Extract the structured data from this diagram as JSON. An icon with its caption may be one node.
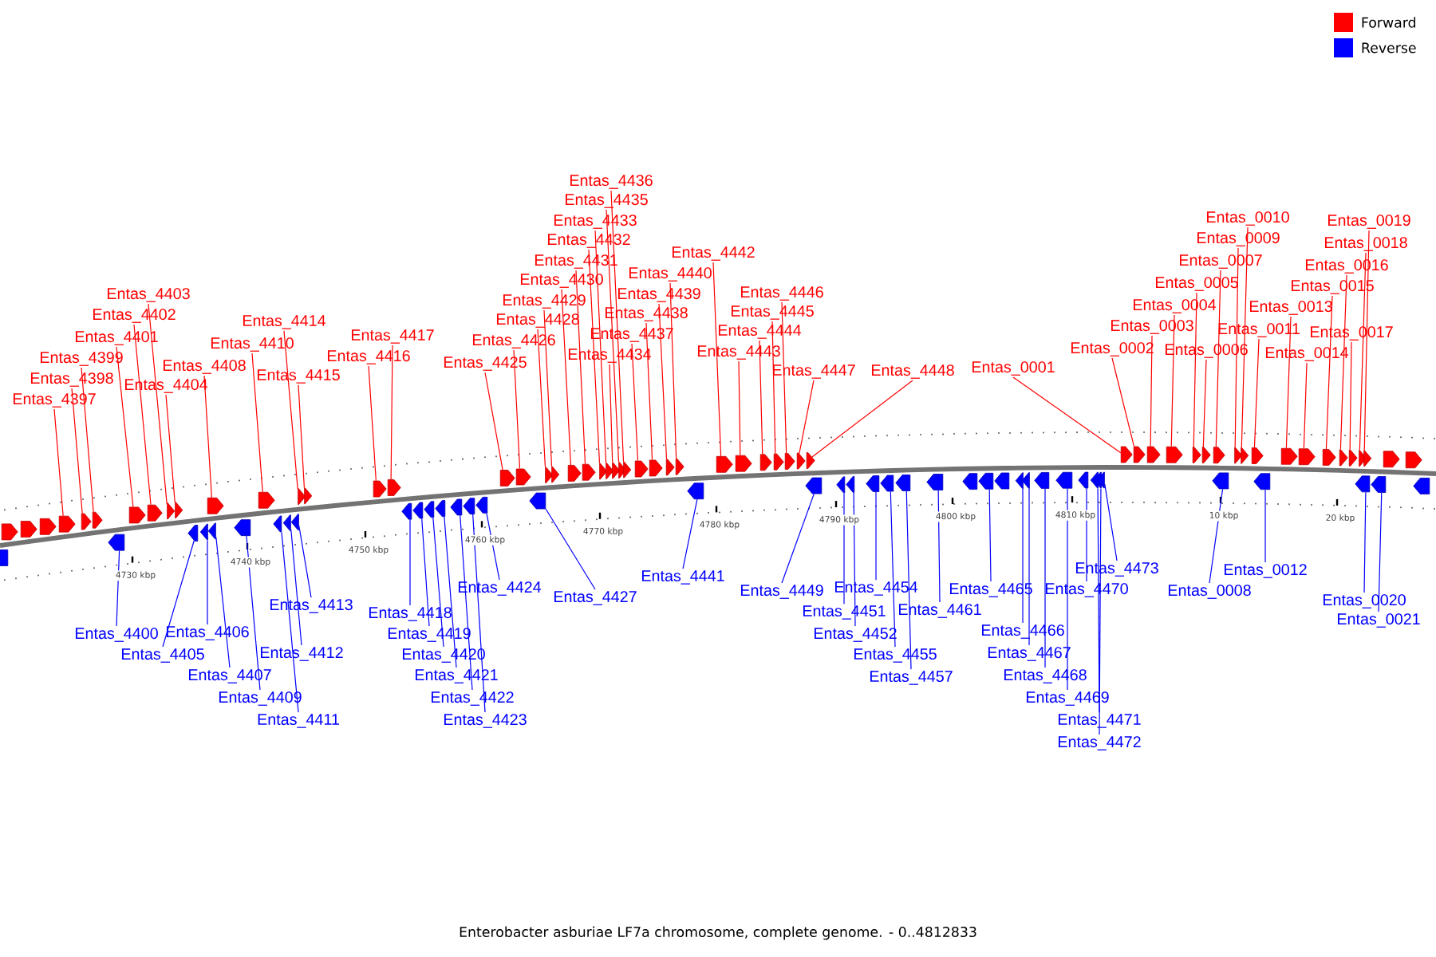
{
  "diagram": {
    "caption": "Enterobacter asburiae LF7a chromosome, complete genome. - 0..4812833",
    "nodes": [
      {
        "text": [
          "Entas_4397"
        ]
      },
      {
        "text": [
          "Entas_4398"
        ]
      },
      {
        "text": [
          "Entas_4399"
        ]
      },
      {
        "text": [
          "Entas_4401"
        ]
      },
      {
        "text": [
          "Entas_4402"
        ]
      },
      {
        "text": [
          "Entas_4403"
        ]
      },
      {
        "text": [
          "Entas_4404"
        ]
      },
      {
        "text": [
          "Entas_4408"
        ]
      },
      {
        "text": [
          "Entas_4410"
        ]
      },
      {
        "text": [
          "Entas_4414"
        ]
      },
      {
        "text": [
          "Entas_4415"
        ]
      },
      {
        "text": [
          "Entas_4416"
        ]
      },
      {
        "text": [
          "Entas_4417"
        ]
      },
      {
        "text": [
          "Entas_4425"
        ]
      },
      {
        "text": [
          "Entas_4426"
        ]
      },
      {
        "text": [
          "Entas_4428"
        ]
      },
      {
        "text": [
          "Entas_4429"
        ]
      },
      {
        "text": [
          "Entas_4430"
        ]
      },
      {
        "text": [
          "Entas_4431"
        ]
      },
      {
        "text": [
          "Entas_4432"
        ]
      },
      {
        "text": [
          "Entas_4433"
        ]
      },
      {
        "text": [
          "Entas_4434"
        ]
      },
      {
        "text": [
          "Entas_4435"
        ]
      },
      {
        "text": [
          "Entas_4436"
        ]
      },
      {
        "text": [
          "Entas_4437"
        ]
      },
      {
        "text": [
          "Entas_4438"
        ]
      },
      {
        "text": [
          "Entas_4439"
        ]
      },
      {
        "text": [
          "Entas_4440"
        ]
      },
      {
        "text": [
          "Entas_4442"
        ]
      },
      {
        "text": [
          "Entas_4443"
        ]
      },
      {
        "text": [
          "Entas_4444"
        ]
      },
      {
        "text": [
          "Entas_4445"
        ]
      },
      {
        "text": [
          "Entas_4446"
        ]
      },
      {
        "text": [
          "Entas_4447"
        ]
      },
      {
        "text": [
          "Entas_4448"
        ]
      },
      {
        "text": [
          "Entas_0001"
        ]
      },
      {
        "text": [
          "Entas_0002"
        ]
      },
      {
        "text": [
          "Entas_0003"
        ]
      },
      {
        "text": [
          "Entas_0004"
        ]
      },
      {
        "text": [
          "Entas_0005"
        ]
      },
      {
        "text": [
          "Entas_0006"
        ]
      },
      {
        "text": [
          "Entas_0007"
        ]
      },
      {
        "text": [
          "Entas_0009"
        ]
      },
      {
        "text": [
          "Entas_0010"
        ]
      },
      {
        "text": [
          "Entas_0011"
        ]
      },
      {
        "text": [
          "Entas_0013"
        ]
      },
      {
        "text": [
          "Entas_0014"
        ]
      },
      {
        "text": [
          "Entas_0015"
        ]
      },
      {
        "text": [
          "Entas_0016"
        ]
      },
      {
        "text": [
          "Entas_0017"
        ]
      },
      {
        "text": [
          "Entas_0018"
        ]
      },
      {
        "text": [
          "Entas_0019"
        ]
      },
      {
        "text": [
          "Entas_4400"
        ]
      },
      {
        "text": [
          "Entas_4405"
        ]
      },
      {
        "text": [
          "Entas_4406"
        ]
      },
      {
        "text": [
          "Entas_4407"
        ]
      },
      {
        "text": [
          "Entas_4409"
        ]
      },
      {
        "text": [
          "Entas_4411"
        ]
      },
      {
        "text": [
          "Entas_4412"
        ]
      },
      {
        "text": [
          "Entas_4413"
        ]
      },
      {
        "text": [
          "Entas_4418"
        ]
      },
      {
        "text": [
          "Entas_4419"
        ]
      },
      {
        "text": [
          "Entas_4420"
        ]
      },
      {
        "text": [
          "Entas_4421"
        ]
      },
      {
        "text": [
          "Entas_4422"
        ]
      },
      {
        "text": [
          "Entas_4423"
        ]
      },
      {
        "text": [
          "Entas_4424"
        ]
      },
      {
        "text": [
          "Entas_4427"
        ]
      },
      {
        "text": [
          "Entas_4441"
        ]
      },
      {
        "text": [
          "Entas_4449"
        ]
      },
      {
        "text": [
          "Entas_4451"
        ]
      },
      {
        "text": [
          "Entas_4452"
        ]
      },
      {
        "text": [
          "Entas_4454"
        ]
      },
      {
        "text": [
          "Entas_4455"
        ]
      },
      {
        "text": [
          "Entas_4457"
        ]
      },
      {
        "text": [
          "Entas_4461"
        ]
      },
      {
        "text": [
          "Entas_4465"
        ]
      },
      {
        "text": [
          "Entas_4466"
        ]
      },
      {
        "text": [
          "Entas_4467"
        ]
      },
      {
        "text": [
          "Entas_4468"
        ]
      },
      {
        "text": [
          "Entas_4469"
        ]
      },
      {
        "text": [
          "Entas_4470"
        ]
      },
      {
        "text": [
          "Entas_4471"
        ]
      },
      {
        "text": [
          "Entas_4472"
        ]
      },
      {
        "text": [
          "Entas_4473"
        ]
      },
      {
        "text": [
          "Entas_0008"
        ]
      },
      {
        "text": [
          "Entas_0012"
        ]
      },
      {
        "text": [
          "Entas_0020"
        ]
      },
      {
        "text": [
          "Entas_0021"
        ]
      },
      {
        "text": [],
        "shape": "arrow"
      },
      {
        "text": [],
        "shape": "arrow"
      },
      {
        "text": [],
        "shape": "arrow"
      },
      {
        "text": [],
        "shape": "arrow"
      },
      {
        "text": [],
        "shape": "arrow"
      },
      {
        "text": [],
        "shape": "arrow"
      },
      {
        "text": [],
        "shape": "arrow"
      },
      {
        "text": [],
        "shape": "arrow"
      },
      {
        "text": [],
        "shape": "arrow"
      },
      {
        "text": [],
        "shape": "arrow"
      },
      {
        "text": [],
        "shape": "arrow"
      },
      {
        "text": [],
        "shape": "arrow"
      },
      {
        "text": [],
        "shape": "arrow"
      },
      {
        "text": [],
        "shape": "arrow"
      },
      {
        "text": [],
        "shape": "arrow"
      },
      {
        "text": [],
        "shape": "arrow"
      },
      {
        "text": [],
        "shape": "arrow"
      },
      {
        "text": [],
        "shape": "arrow"
      },
      {
        "text": [],
        "shape": "arrow"
      },
      {
        "text": [],
        "shape": "arrow"
      },
      {
        "text": [],
        "shape": "arrow"
      },
      {
        "text": [],
        "shape": "arrow"
      },
      {
        "text": [],
        "shape": "arrow"
      },
      {
        "text": [],
        "shape": "arrow"
      },
      {
        "text": [],
        "shape": "arrow"
      },
      {
        "text": [],
        "shape": "arrow"
      },
      {
        "text": [],
        "shape": "arrow"
      },
      {
        "text": [],
        "shape": "arrow"
      },
      {
        "text": [],
        "shape": "arrow"
      },
      {
        "text": [],
        "shape": "arrow"
      },
      {
        "text": [],
        "shape": "arrow"
      },
      {
        "text": [],
        "shape": "arrow"
      },
      {
        "text": [],
        "shape": "arrow"
      },
      {
        "text": [],
        "shape": "arrow"
      },
      {
        "text": [],
        "shape": "arrow"
      },
      {
        "text": [],
        "shape": "arrow"
      },
      {
        "text": [],
        "shape": "arrow"
      },
      {
        "text": [],
        "shape": "arrow"
      },
      {
        "text": [],
        "shape": "arrow"
      },
      {
        "text": [],
        "shape": "arrow"
      },
      {
        "text": [],
        "shape": "arrow"
      },
      {
        "text": [],
        "shape": "arrow"
      },
      {
        "text": [],
        "shape": "arrow"
      },
      {
        "text": [],
        "shape": "arrow"
      },
      {
        "text": [],
        "shape": "arrow"
      },
      {
        "text": [],
        "shape": "arrow"
      },
      {
        "text": [],
        "shape": "arrow"
      },
      {
        "text": [],
        "shape": "arrow"
      },
      {
        "text": [],
        "shape": "arrow"
      },
      {
        "text": [],
        "shape": "arrow"
      },
      {
        "text": [],
        "shape": "arrow"
      },
      {
        "text": [],
        "shape": "arrow"
      },
      {
        "text": [],
        "shape": "arrow"
      },
      {
        "text": [],
        "shape": "arrow"
      },
      {
        "text": [],
        "shape": "arrow"
      },
      {
        "text": [],
        "shape": "arrow"
      },
      {
        "text": [],
        "shape": "arrow"
      },
      {
        "text": [],
        "shape": "arrow"
      },
      {
        "text": [],
        "shape": "arrow"
      },
      {
        "text": [],
        "shape": "arrow"
      },
      {
        "text": [],
        "shape": "arrow"
      },
      {
        "text": [],
        "shape": "arrow"
      },
      {
        "text": [],
        "shape": "arrow"
      },
      {
        "text": [],
        "shape": "arrow"
      },
      {
        "text": [],
        "shape": "arrow"
      },
      {
        "text": [],
        "shape": "arrow"
      },
      {
        "text": [],
        "shape": "arrow"
      },
      {
        "text": [],
        "shape": "arrow"
      },
      {
        "text": [],
        "shape": "arrow"
      },
      {
        "text": [],
        "shape": "arrow"
      },
      {
        "text": [],
        "shape": "arrow"
      },
      {
        "text": [],
        "shape": "arrow"
      },
      {
        "text": [],
        "shape": "arrow"
      },
      {
        "text": [],
        "shape": "arrow"
      },
      {
        "text": [],
        "shape": "arrow"
      },
      {
        "text": [],
        "shape": "arrow"
      },
      {
        "text": [],
        "shape": "arrow"
      },
      {
        "text": [],
        "shape": "arrow"
      },
      {
        "text": [],
        "shape": "arrow"
      },
      {
        "text": [],
        "shape": "arrow"
      },
      {
        "text": [],
        "shape": "arrow"
      },
      {
        "text": [],
        "shape": "arrow"
      },
      {
        "text": [],
        "shape": "arrow"
      },
      {
        "text": [],
        "shape": "arrow"
      },
      {
        "text": [],
        "shape": "arrow"
      },
      {
        "text": [],
        "shape": "arrow"
      },
      {
        "text": [],
        "shape": "arrow"
      },
      {
        "text": [],
        "shape": "arrow"
      },
      {
        "text": [],
        "shape": "arrow"
      },
      {
        "text": [],
        "shape": "arrow"
      },
      {
        "text": [],
        "shape": "arrow"
      },
      {
        "text": [],
        "shape": "arrow"
      },
      {
        "text": [],
        "shape": "arrow"
      },
      {
        "text": [],
        "shape": "arrow"
      },
      {
        "text": [],
        "shape": "arrow"
      },
      {
        "text": [],
        "shape": "arrow"
      },
      {
        "text": [],
        "shape": "arrow"
      },
      {
        "text": [],
        "shape": "arrow"
      }
    ],
    "edges": [
      {
        "from": 0,
        "to": 89,
        "arrow": "none"
      },
      {
        "from": 1,
        "to": 90,
        "arrow": "none"
      },
      {
        "from": 2,
        "to": 91,
        "arrow": "none"
      },
      {
        "from": 3,
        "to": 92,
        "arrow": "none"
      },
      {
        "from": 4,
        "to": 93,
        "arrow": "none"
      },
      {
        "from": 5,
        "to": 94,
        "arrow": "none"
      },
      {
        "from": 6,
        "to": 95,
        "arrow": "none"
      },
      {
        "from": 7,
        "to": 96,
        "arrow": "none"
      },
      {
        "from": 8,
        "to": 97,
        "arrow": "none"
      },
      {
        "from": 9,
        "to": 98,
        "arrow": "none"
      },
      {
        "from": 10,
        "to": 99,
        "arrow": "none"
      },
      {
        "from": 11,
        "to": 100,
        "arrow": "none"
      },
      {
        "from": 12,
        "to": 101,
        "arrow": "none"
      },
      {
        "from": 13,
        "to": 102,
        "arrow": "none"
      },
      {
        "from": 14,
        "to": 103,
        "arrow": "none"
      },
      {
        "from": 15,
        "to": 104,
        "arrow": "none"
      },
      {
        "from": 16,
        "to": 105,
        "arrow": "none"
      },
      {
        "from": 17,
        "to": 106,
        "arrow": "none"
      },
      {
        "from": 18,
        "to": 107,
        "arrow": "none"
      },
      {
        "from": 19,
        "to": 108,
        "arrow": "none"
      },
      {
        "from": 20,
        "to": 109,
        "arrow": "none"
      },
      {
        "from": 21,
        "to": 110,
        "arrow": "none"
      },
      {
        "from": 22,
        "to": 111,
        "arrow": "none"
      },
      {
        "from": 23,
        "to": 112,
        "arrow": "none"
      },
      {
        "from": 24,
        "to": 113,
        "arrow": "none"
      },
      {
        "from": 25,
        "to": 114,
        "arrow": "none"
      },
      {
        "from": 26,
        "to": 115,
        "arrow": "none"
      },
      {
        "from": 27,
        "to": 116,
        "arrow": "none"
      },
      {
        "from": 28,
        "to": 117,
        "arrow": "none"
      },
      {
        "from": 29,
        "to": 118,
        "arrow": "none"
      },
      {
        "from": 30,
        "to": 119,
        "arrow": "none"
      },
      {
        "from": 31,
        "to": 120,
        "arrow": "none"
      },
      {
        "from": 32,
        "to": 121,
        "arrow": "none"
      },
      {
        "from": 33,
        "to": 122,
        "arrow": "none"
      },
      {
        "from": 34,
        "to": 123,
        "arrow": "none"
      },
      {
        "from": 35,
        "to": 124,
        "arrow": "none"
      },
      {
        "from": 36,
        "to": 125,
        "arrow": "none"
      },
      {
        "from": 37,
        "to": 126,
        "arrow": "none"
      },
      {
        "from": 38,
        "to": 127,
        "arrow": "none"
      },
      {
        "from": 39,
        "to": 128,
        "arrow": "none"
      },
      {
        "from": 40,
        "to": 129,
        "arrow": "none"
      },
      {
        "from": 41,
        "to": 130,
        "arrow": "none"
      },
      {
        "from": 42,
        "to": 131,
        "arrow": "none"
      },
      {
        "from": 43,
        "to": 132,
        "arrow": "none"
      },
      {
        "from": 44,
        "to": 133,
        "arrow": "none"
      },
      {
        "from": 45,
        "to": 134,
        "arrow": "none"
      },
      {
        "from": 46,
        "to": 135,
        "arrow": "none"
      },
      {
        "from": 47,
        "to": 136,
        "arrow": "none"
      },
      {
        "from": 48,
        "to": 137,
        "arrow": "none"
      },
      {
        "from": 49,
        "to": 138,
        "arrow": "none"
      },
      {
        "from": 50,
        "to": 139,
        "arrow": "none"
      },
      {
        "from": 51,
        "to": 140,
        "arrow": "none"
      },
      {
        "from": 52,
        "to": 141,
        "arrow": "none",
        "color": "#0000ff"
      },
      {
        "from": 53,
        "to": 142,
        "arrow": "none",
        "color": "#0000ff"
      },
      {
        "from": 54,
        "to": 143,
        "arrow": "none",
        "color": "#0000ff"
      },
      {
        "from": 55,
        "to": 144,
        "arrow": "none",
        "color": "#0000ff"
      },
      {
        "from": 56,
        "to": 145,
        "arrow": "none",
        "color": "#0000ff"
      },
      {
        "from": 57,
        "to": 146,
        "arrow": "none",
        "color": "#0000ff"
      },
      {
        "from": 58,
        "to": 147,
        "arrow": "none",
        "color": "#0000ff"
      },
      {
        "from": 59,
        "to": 148,
        "arrow": "none",
        "color": "#0000ff"
      },
      {
        "from": 60,
        "to": 149,
        "arrow": "none",
        "color": "#0000ff"
      },
      {
        "from": 61,
        "to": 150,
        "arrow": "none",
        "color": "#0000ff"
      },
      {
        "from": 62,
        "to": 151,
        "arrow": "none",
        "color": "#0000ff"
      },
      {
        "from": 63,
        "to": 152,
        "arrow": "none",
        "color": "#0000ff"
      },
      {
        "from": 64,
        "to": 153,
        "arrow": "none",
        "color": "#0000ff"
      },
      {
        "from": 65,
        "to": 154,
        "arrow": "none",
        "color": "#0000ff"
      },
      {
        "from": 66,
        "to": 155,
        "arrow": "none",
        "color": "#0000ff"
      },
      {
        "from": 67,
        "to": 156,
        "arrow": "none",
        "color": "#0000ff"
      },
      {
        "from": 68,
        "to": 157,
        "arrow": "none",
        "color": "#0000ff"
      },
      {
        "from": 69,
        "to": 158,
        "arrow": "none",
        "color": "#0000ff"
      },
      {
        "from": 70,
        "to": 159,
        "arrow": "none",
        "color": "#0000ff"
      },
      {
        "from": 71,
        "to": 160,
        "arrow": "none",
        "color": "#0000ff"
      },
      {
        "from": 72,
        "to": 161,
        "arrow": "none",
        "color": "#0000ff"
      },
      {
        "from": 73,
        "to": 162,
        "arrow": "none",
        "color": "#0000ff"
      },
      {
        "from": 74,
        "to": 163,
        "arrow": "none",
        "color": "#0000ff"
      },
      {
        "from": 75,
        "to": 164,
        "arrow": "none",
        "color": "#0000ff"
      },
      {
        "from": 76,
        "to": 165,
        "arrow": "none",
        "color": "#0000ff"
      },
      {
        "from": 77,
        "to": 166,
        "arrow": "none",
        "color": "#0000ff"
      },
      {
        "from": 78,
        "to": 167,
        "arrow": "none",
        "color": "#0000ff"
      },
      {
        "from": 79,
        "to": 168,
        "arrow": "none",
        "color": "#0000ff"
      },
      {
        "from": 80,
        "to": 169,
        "arrow": "none",
        "color": "#0000ff"
      },
      {
        "from": 81,
        "to": 170,
        "arrow": "none",
        "color": "#0000ff"
      },
      {
        "from": 82,
        "to": 171,
        "arrow": "none",
        "color": "#0000ff"
      },
      {
        "from": 83,
        "to": 172,
        "arrow": "none",
        "color": "#0000ff"
      },
      {
        "from": 84,
        "to": 173,
        "arrow": "none",
        "color": "#0000ff"
      },
      {
        "from": 85,
        "to": 174,
        "arrow": "none",
        "color": "#0000ff"
      },
      {
        "from": 86,
        "to": 175,
        "arrow": "none",
        "color": "#0000ff"
      },
      {
        "from": 87,
        "to": 176,
        "arrow": "none",
        "color": "#0000ff"
      },
      {
        "from": 88,
        "to": 177,
        "arrow": "none",
        "color": "#0000ff"
      }
    ],
    "labels": [
      "4730 kbp",
      "4740 kbp",
      "4750 kbp",
      "4760 kbp",
      "4770 kbp",
      "4780 kbp",
      "4790 kbp",
      "4800 kbp",
      "4810 kbp",
      "10 kbp",
      "20 kbp"
    ],
    "legend": [
      {
        "text": "Forward",
        "color": "#ff0000"
      },
      {
        "text": "Reverse",
        "color": "#0000ff"
      }
    ]
  }
}
